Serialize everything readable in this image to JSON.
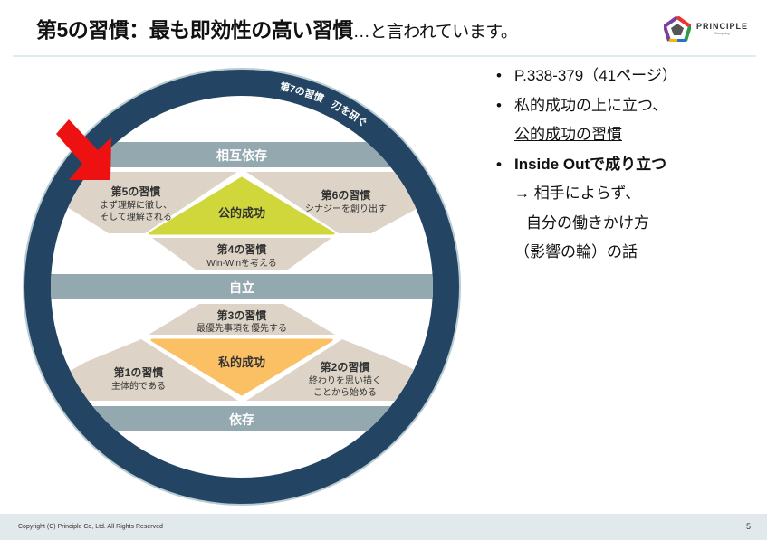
{
  "header": {
    "title_main": "第5の習慣：最も即効性の高い習慣",
    "title_sub": "…と言われています。",
    "logo_name": "PRINCIPLE",
    "logo_sub": "Company"
  },
  "diagram": {
    "ring_label": "第7の習慣　刃を研ぐ",
    "band_top": "相互依存",
    "band_mid": "自立",
    "band_bottom": "依存",
    "public_victory": "公的成功",
    "private_victory": "私的成功",
    "habits": {
      "h1": {
        "title": "第1の習慣",
        "desc": [
          "主体的である"
        ]
      },
      "h2": {
        "title": "第2の習慣",
        "desc": [
          "終わりを思い描く",
          "ことから始める"
        ]
      },
      "h3": {
        "title": "第3の習慣",
        "desc": [
          "最優先事項を優先する"
        ]
      },
      "h4": {
        "title": "第4の習慣",
        "desc": [
          "Win-Winを考える"
        ]
      },
      "h5": {
        "title": "第5の習慣",
        "desc": [
          "まず理解に徹し、",
          "そして理解される"
        ]
      },
      "h6": {
        "title": "第6の習慣",
        "desc": [
          "シナジーを創り出す"
        ]
      }
    },
    "colors": {
      "ring": "#234563",
      "band": "#93a8af",
      "tan": "#ddd4c7",
      "public": "#cfd73a",
      "private": "#fbc063",
      "arrow": "#ee1111"
    }
  },
  "bullets": {
    "b1": "P.338-379（41ページ）",
    "b2_line1": "私的成功の上に立つ、",
    "b2_line2": "公的成功の習慣",
    "b3": "Inside Outで成り立つ",
    "b3_line2": "→ 相手によらず、",
    "b3_line3": "自分の働きかけ方",
    "b3_line4": "（影響の輪）の話",
    "bullet_char": "•"
  },
  "footer": {
    "copyright": "Copyright (C) Principle Co, Ltd. All Rights Reserved",
    "page": "5"
  }
}
